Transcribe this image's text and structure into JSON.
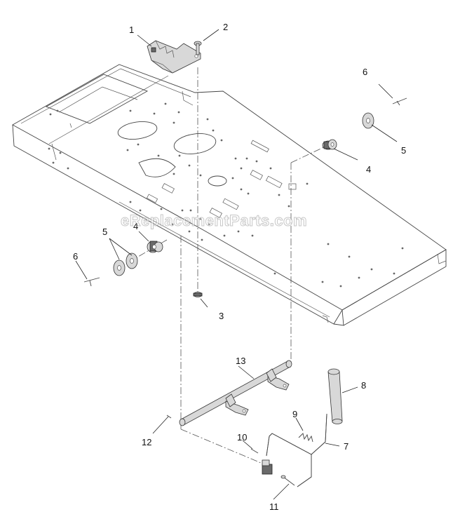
{
  "watermark": "eReplacementParts.com",
  "callouts": {
    "c1": "1",
    "c2": "2",
    "c3": "3",
    "c4a": "4",
    "c4b": "4",
    "c5a": "5",
    "c5b": "5",
    "c6a": "6",
    "c6b": "6",
    "c7": "7",
    "c8": "8",
    "c9": "9",
    "c10": "10",
    "c11": "11",
    "c12": "12",
    "c13": "13"
  }
}
